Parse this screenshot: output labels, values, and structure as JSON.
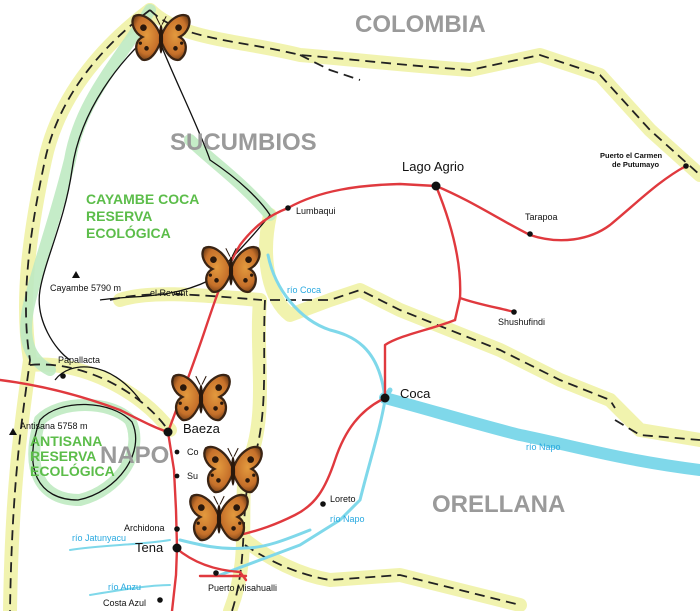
{
  "regions": {
    "colombia": "COLOMBIA",
    "sucumbios": "SUCUMBIOS",
    "napo": "NAPO",
    "orellana": "ORELLANA"
  },
  "reserves": {
    "cayambe": [
      "CAYAMBE COCA",
      "RESERVA",
      "ECOLÓGICA"
    ],
    "antisana": [
      "ANTISANA",
      "RESERVA",
      "ECOLÓGICA"
    ]
  },
  "peaks": {
    "cayambe": "Cayambe 5790 m",
    "antisana": "Antisana 5758 m",
    "reventador": "el Revent"
  },
  "towns": {
    "lago_agrio": "Lago Agrio",
    "lumbaqui": "Lumbaqui",
    "tarapoa": "Tarapoa",
    "puerto_carmen_1": "Puerto el Carmen",
    "puerto_carmen_2": "de Putumayo",
    "shushufindi": "Shushufindi",
    "coca": "Coca",
    "papallacta": "Papallacta",
    "baeza": "Baeza",
    "cosanga": "Co",
    "sumaco": "Su",
    "loreto": "Loreto",
    "archidona": "Archidona",
    "tena": "Tena",
    "puerto_misahualli": "Puerto Misahualli",
    "costa_azul": "Costa Azul"
  },
  "rivers": {
    "coca": "río Coca",
    "napo_east": "río Napo",
    "napo_loreto": "río Napo",
    "jatunyacu": "río Jatunyacu",
    "anzu": "río Anzu"
  },
  "colors": {
    "road": "#e0393e",
    "river": "#7fd8ea",
    "border_glow": "#f0f2a6",
    "reserve_glow": "#bfeac2",
    "reserve_text": "#5cbd4a",
    "region_text": "#9a9a9a",
    "butterfly_wing": "#c97a25",
    "butterfly_edge": "#3a2414"
  },
  "legend": {
    "butterfly_icon": "butterfly-icon",
    "peak_icon": "peak-triangle-icon",
    "town_icon": "town-dot-icon"
  }
}
